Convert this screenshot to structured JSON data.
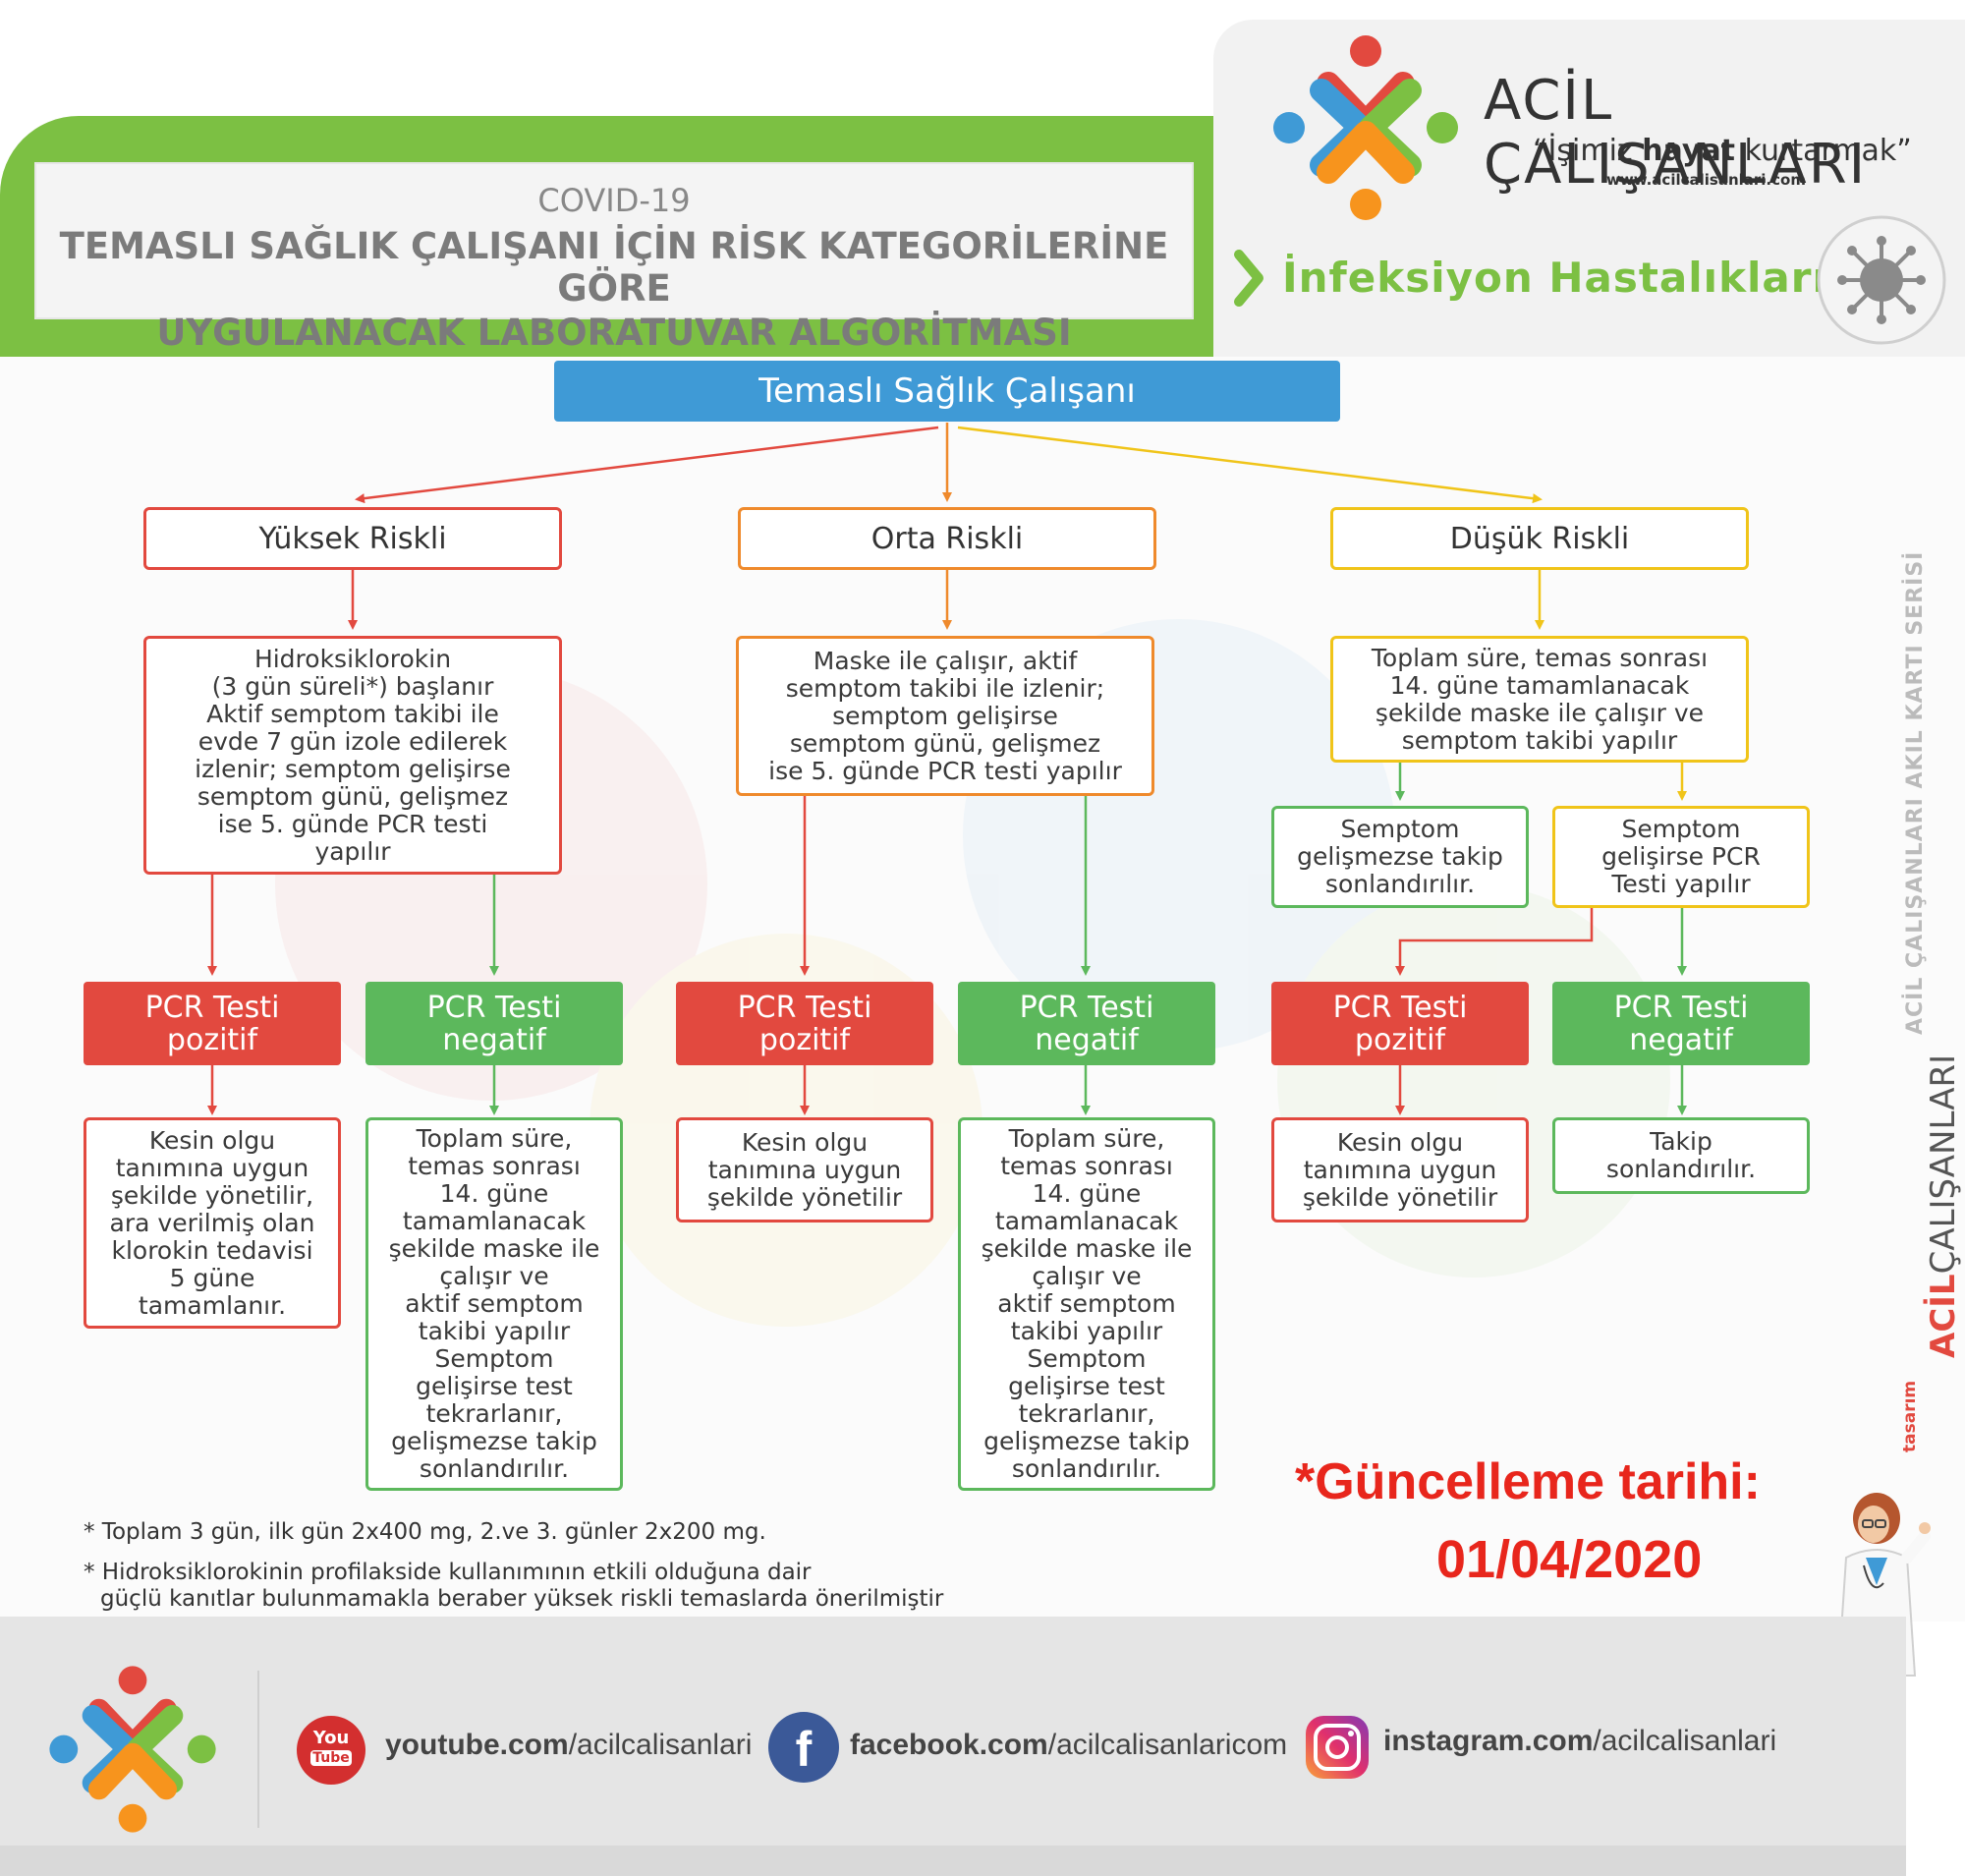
{
  "header": {
    "covid": "COVID-19",
    "title_line1": "TEMASLI SAĞLIK ÇALIŞANI İÇİN RİSK KATEGORİLERİNE GÖRE",
    "title_line2": "UYGULANACAK LABORATUVAR ALGORİTMASI",
    "brand": "ACİL ÇALIŞANLARI",
    "slogan_pre": "“İşimiz ",
    "slogan_bold": "hayat",
    "slogan_post": " kurtarmak”",
    "site": "www.acilcalisanlari.com",
    "section": "İnfeksiyon Hastalıkları"
  },
  "root": "Temaslı Sağlık Çalışanı",
  "categories": {
    "high": "Yüksek Riskli",
    "mid": "Orta Riskli",
    "low": "Düşük Riskli"
  },
  "high": {
    "desc": [
      "Hidroksiklorokin",
      "(3 gün süreli*) başlanır",
      "Aktif semptom takibi ile",
      "evde 7 gün izole edilerek",
      "izlenir; semptom gelişirse",
      "semptom günü, gelişmez",
      "ise 5. günde PCR testi",
      "yapılır"
    ],
    "pos": [
      "PCR Testi",
      "pozitif"
    ],
    "neg": [
      "PCR Testi",
      "negatif"
    ],
    "pos_result": [
      "Kesin olgu",
      "tanımına uygun",
      "şekilde yönetilir,",
      "ara verilmiş olan",
      "klorokin tedavisi",
      "5 güne",
      "tamamlanır."
    ],
    "neg_result": [
      "Toplam süre,",
      "temas sonrası",
      "14. güne",
      "tamamlanacak",
      "şekilde maske ile",
      "çalışır ve",
      "aktif semptom",
      "takibi yapılır",
      "Semptom",
      "gelişirse test",
      "tekrarlanır,",
      "gelişmezse takip",
      "sonlandırılır."
    ]
  },
  "mid": {
    "desc": [
      "Maske ile çalışır, aktif",
      "semptom takibi ile izlenir;",
      "semptom gelişirse",
      "semptom günü, gelişmez",
      "ise 5. günde PCR testi yapılır"
    ],
    "pos": [
      "PCR Testi",
      "pozitif"
    ],
    "neg": [
      "PCR Testi",
      "negatif"
    ],
    "pos_result": [
      "Kesin olgu",
      "tanımına uygun",
      "şekilde yönetilir"
    ],
    "neg_result": [
      "Toplam süre,",
      "temas sonrası",
      "14. güne",
      "tamamlanacak",
      "şekilde maske ile",
      "çalışır ve",
      "aktif semptom",
      "takibi yapılır",
      "Semptom",
      "gelişirse test",
      "tekrarlanır,",
      "gelişmezse takip",
      "sonlandırılır."
    ]
  },
  "low": {
    "desc": [
      "Toplam süre, temas sonrası",
      "14. güne tamamlanacak",
      "şekilde maske ile çalışır ve",
      "semptom takibi yapılır"
    ],
    "no_symptom": [
      "Semptom",
      "gelişmezse takip",
      "sonlandırılır."
    ],
    "symptom": [
      "Semptom",
      "gelişirse PCR",
      "Testi yapılır"
    ],
    "pos": [
      "PCR Testi",
      "pozitif"
    ],
    "neg": [
      "PCR Testi",
      "negatif"
    ],
    "pos_result": [
      "Kesin olgu",
      "tanımına uygun",
      "şekilde yönetilir"
    ],
    "neg_result": [
      "Takip",
      "sonlandırılır."
    ]
  },
  "footnotes": {
    "note1": "* Toplam 3 gün, ilk gün 2x400 mg, 2.ve 3. günler 2x200 mg.",
    "note2_line1": "* Hidroksiklorokinin profilakside kullanımının etkili olduğuna dair",
    "note2_line2": "güçlü kanıtlar bulunmamakla beraber yüksek riskli temaslarda önerilmiştir"
  },
  "update": {
    "label": "*Güncelleme tarihi:",
    "date": "01/04/2020"
  },
  "side": {
    "series": "ACİL ÇALIŞANLARI AKIL KARTI SERİSİ",
    "brand_bold": "ACİL",
    "brand_rest": "ÇALIŞANLARI",
    "design": "tasarım"
  },
  "social": {
    "youtube_bold": "youtube.com",
    "youtube_rest": "/acilcalisanlari",
    "youtube_icon_1": "You",
    "youtube_icon_2": "Tube",
    "facebook_bold": "facebook.com",
    "facebook_rest": "/acilcalisanlaricom",
    "facebook_icon": "f",
    "instagram_bold": "instagram.com",
    "instagram_rest": "/acilcalisanlari"
  },
  "colors": {
    "green": "#7cc043",
    "blue": "#3f9ad6",
    "red": "#e2493f",
    "orange": "#ef8a2c",
    "yellow": "#f0c419",
    "pcr_green": "#5cb85c"
  }
}
